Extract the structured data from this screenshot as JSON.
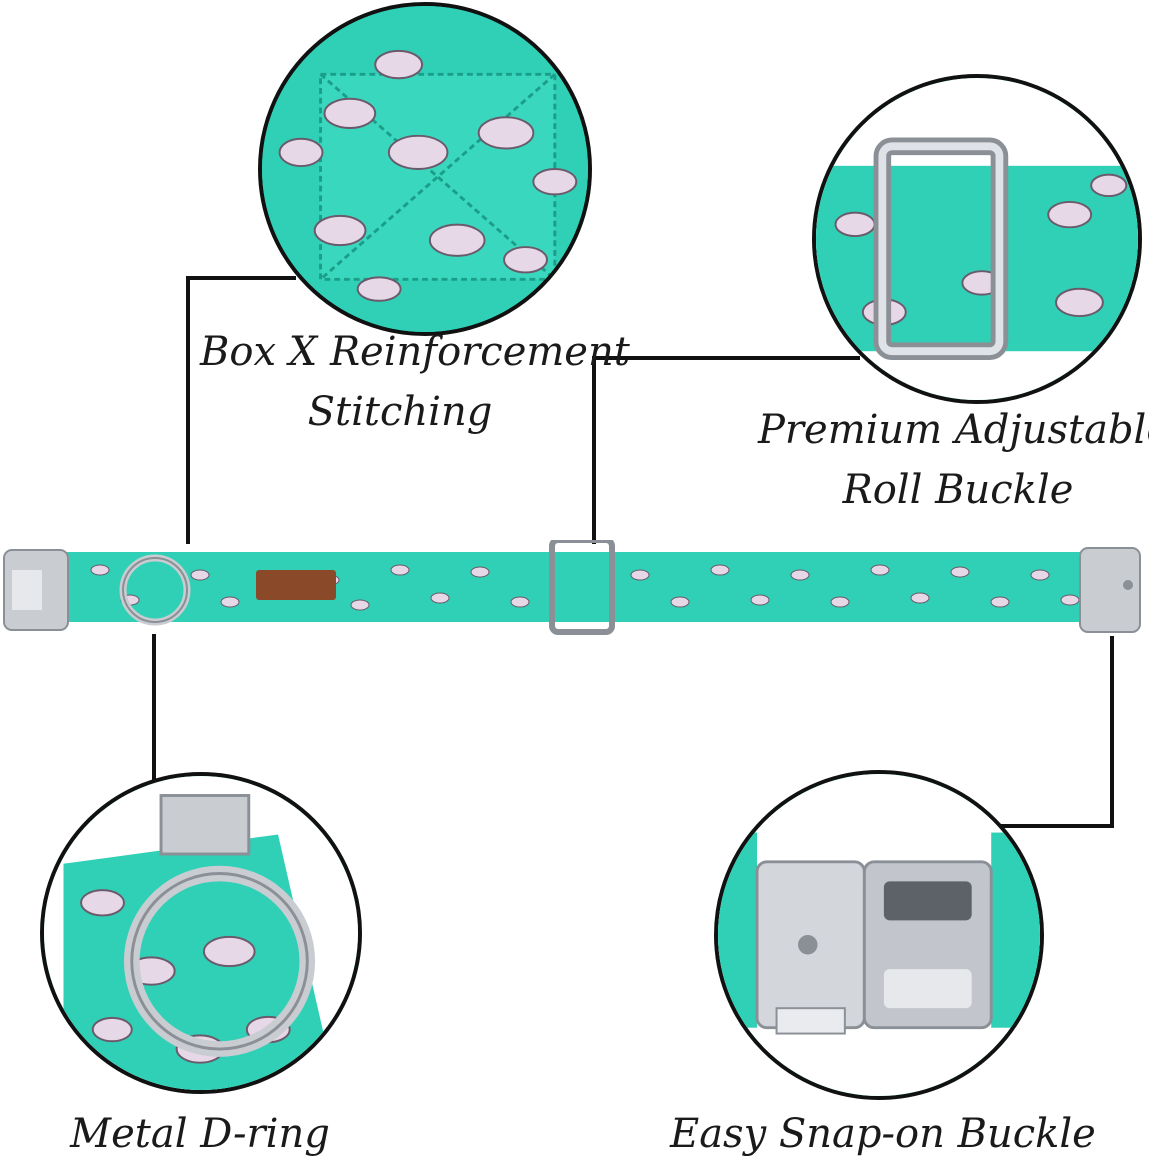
{
  "callouts": {
    "stitching": {
      "line1": "Box X Reinforcement",
      "line2": "Stitching",
      "icon": "stitching-zoom"
    },
    "roll_buckle": {
      "line1": "Premium Adjustable",
      "line2": "Roll Buckle",
      "icon": "roll-buckle-zoom"
    },
    "d_ring": {
      "label": "Metal D-ring",
      "icon": "d-ring-zoom"
    },
    "snap_buckle": {
      "label": "Easy Snap-on Buckle",
      "icon": "snap-buckle-zoom"
    }
  },
  "colors": {
    "fabric": "#2fd0b6",
    "fabric_dark": "#1fb79f",
    "pattern": "#e6d8e6",
    "metal": "#c9ccd1",
    "metal_dark": "#8b9097",
    "leather": "#8a4a2a",
    "line": "#111111"
  }
}
